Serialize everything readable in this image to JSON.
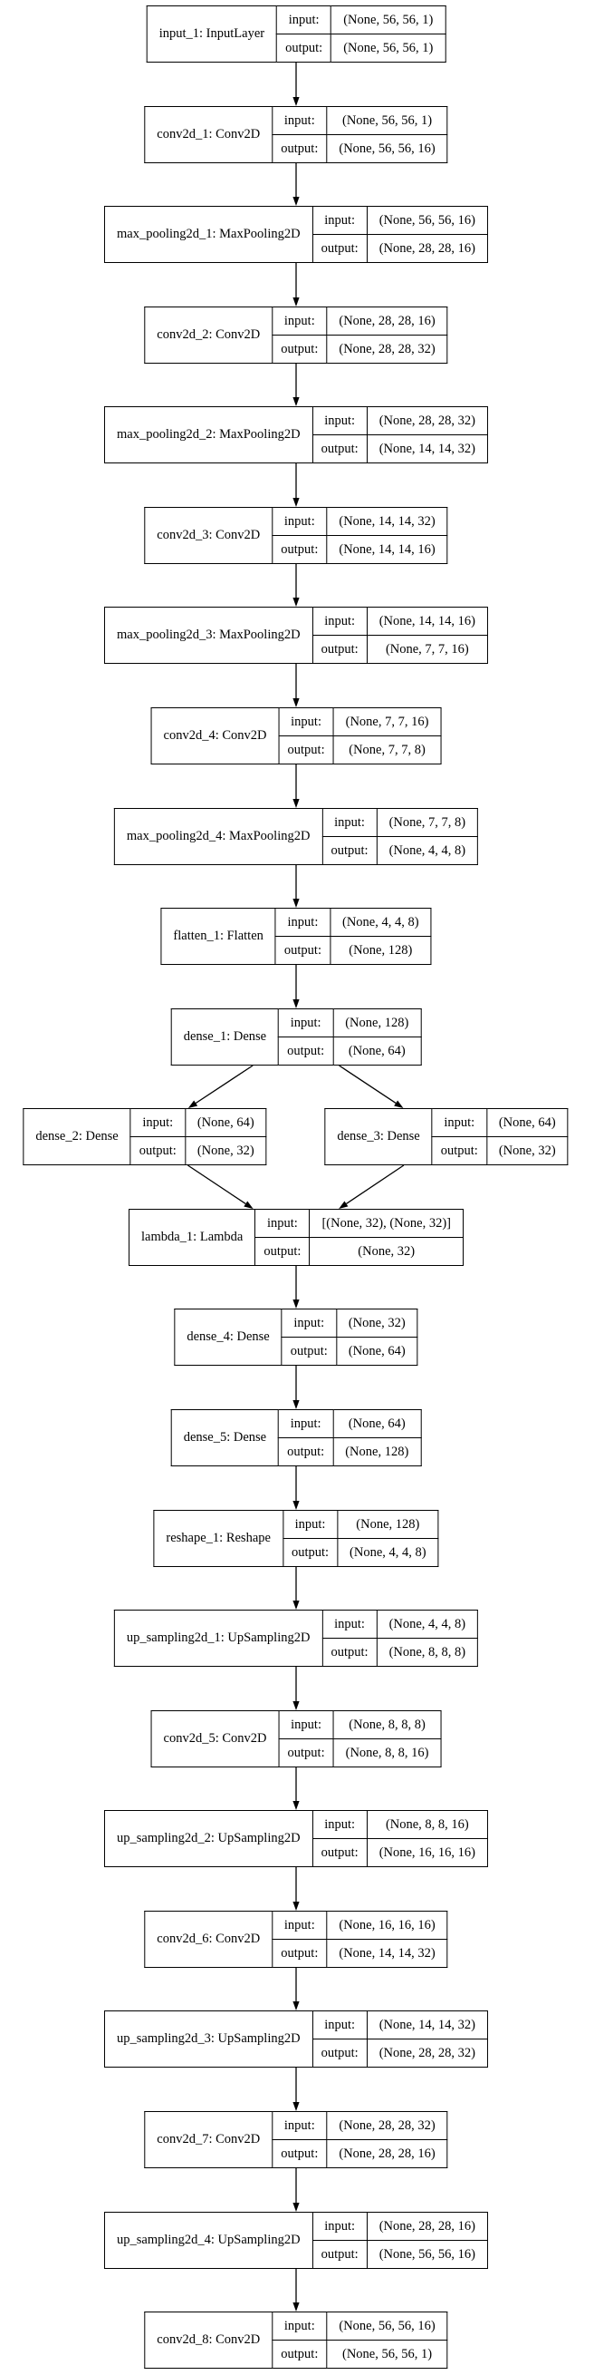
{
  "diagram": {
    "title": "keras-model-architecture-plot",
    "background": "#ffffff",
    "node_fill": "#ffffff",
    "line_color": "#000000",
    "text_color": "#000000",
    "io_labels": {
      "input": "input:",
      "output": "output:"
    },
    "nodes": [
      {
        "id": "input_1",
        "label": "input_1: InputLayer",
        "input": "(None, 56, 56, 1)",
        "output": "(None, 56, 56, 1)",
        "row": 0,
        "col": "center"
      },
      {
        "id": "conv2d_1",
        "label": "conv2d_1: Conv2D",
        "input": "(None, 56, 56, 1)",
        "output": "(None, 56, 56, 16)",
        "row": 1,
        "col": "center"
      },
      {
        "id": "max_pooling2d_1",
        "label": "max_pooling2d_1: MaxPooling2D",
        "input": "(None, 56, 56, 16)",
        "output": "(None, 28, 28, 16)",
        "row": 2,
        "col": "center"
      },
      {
        "id": "conv2d_2",
        "label": "conv2d_2: Conv2D",
        "input": "(None, 28, 28, 16)",
        "output": "(None, 28, 28, 32)",
        "row": 3,
        "col": "center"
      },
      {
        "id": "max_pooling2d_2",
        "label": "max_pooling2d_2: MaxPooling2D",
        "input": "(None, 28, 28, 32)",
        "output": "(None, 14, 14, 32)",
        "row": 4,
        "col": "center"
      },
      {
        "id": "conv2d_3",
        "label": "conv2d_3: Conv2D",
        "input": "(None, 14, 14, 32)",
        "output": "(None, 14, 14, 16)",
        "row": 5,
        "col": "center"
      },
      {
        "id": "max_pooling2d_3",
        "label": "max_pooling2d_3: MaxPooling2D",
        "input": "(None, 14, 14, 16)",
        "output": "(None, 7, 7, 16)",
        "row": 6,
        "col": "center"
      },
      {
        "id": "conv2d_4",
        "label": "conv2d_4: Conv2D",
        "input": "(None, 7, 7, 16)",
        "output": "(None, 7, 7, 8)",
        "row": 7,
        "col": "center"
      },
      {
        "id": "max_pooling2d_4",
        "label": "max_pooling2d_4: MaxPooling2D",
        "input": "(None, 7, 7, 8)",
        "output": "(None, 4, 4, 8)",
        "row": 8,
        "col": "center"
      },
      {
        "id": "flatten_1",
        "label": "flatten_1: Flatten",
        "input": "(None, 4, 4, 8)",
        "output": "(None, 128)",
        "row": 9,
        "col": "center"
      },
      {
        "id": "dense_1",
        "label": "dense_1: Dense",
        "input": "(None, 128)",
        "output": "(None, 64)",
        "row": 10,
        "col": "center"
      },
      {
        "id": "dense_2",
        "label": "dense_2: Dense",
        "input": "(None, 64)",
        "output": "(None, 32)",
        "row": 11,
        "col": "left"
      },
      {
        "id": "dense_3",
        "label": "dense_3: Dense",
        "input": "(None, 64)",
        "output": "(None, 32)",
        "row": 11,
        "col": "right"
      },
      {
        "id": "lambda_1",
        "label": "lambda_1: Lambda",
        "input": "[(None, 32), (None, 32)]",
        "output": "(None, 32)",
        "row": 12,
        "col": "center"
      },
      {
        "id": "dense_4",
        "label": "dense_4: Dense",
        "input": "(None, 32)",
        "output": "(None, 64)",
        "row": 13,
        "col": "center"
      },
      {
        "id": "dense_5",
        "label": "dense_5: Dense",
        "input": "(None, 64)",
        "output": "(None, 128)",
        "row": 14,
        "col": "center"
      },
      {
        "id": "reshape_1",
        "label": "reshape_1: Reshape",
        "input": "(None, 128)",
        "output": "(None, 4, 4, 8)",
        "row": 15,
        "col": "center"
      },
      {
        "id": "up_sampling2d_1",
        "label": "up_sampling2d_1: UpSampling2D",
        "input": "(None, 4, 4, 8)",
        "output": "(None, 8, 8, 8)",
        "row": 16,
        "col": "center"
      },
      {
        "id": "conv2d_5",
        "label": "conv2d_5: Conv2D",
        "input": "(None, 8, 8, 8)",
        "output": "(None, 8, 8, 16)",
        "row": 17,
        "col": "center"
      },
      {
        "id": "up_sampling2d_2",
        "label": "up_sampling2d_2: UpSampling2D",
        "input": "(None, 8, 8, 16)",
        "output": "(None, 16, 16, 16)",
        "row": 18,
        "col": "center"
      },
      {
        "id": "conv2d_6",
        "label": "conv2d_6: Conv2D",
        "input": "(None, 16, 16, 16)",
        "output": "(None, 14, 14, 32)",
        "row": 19,
        "col": "center"
      },
      {
        "id": "up_sampling2d_3",
        "label": "up_sampling2d_3: UpSampling2D",
        "input": "(None, 14, 14, 32)",
        "output": "(None, 28, 28, 32)",
        "row": 20,
        "col": "center"
      },
      {
        "id": "conv2d_7",
        "label": "conv2d_7: Conv2D",
        "input": "(None, 28, 28, 32)",
        "output": "(None, 28, 28, 16)",
        "row": 21,
        "col": "center"
      },
      {
        "id": "up_sampling2d_4",
        "label": "up_sampling2d_4: UpSampling2D",
        "input": "(None, 28, 28, 16)",
        "output": "(None, 56, 56, 16)",
        "row": 22,
        "col": "center"
      },
      {
        "id": "conv2d_8",
        "label": "conv2d_8: Conv2D",
        "input": "(None, 56, 56, 16)",
        "output": "(None, 56, 56, 1)",
        "row": 23,
        "col": "center"
      }
    ],
    "edges": [
      [
        "input_1",
        "conv2d_1"
      ],
      [
        "conv2d_1",
        "max_pooling2d_1"
      ],
      [
        "max_pooling2d_1",
        "conv2d_2"
      ],
      [
        "conv2d_2",
        "max_pooling2d_2"
      ],
      [
        "max_pooling2d_2",
        "conv2d_3"
      ],
      [
        "conv2d_3",
        "max_pooling2d_3"
      ],
      [
        "max_pooling2d_3",
        "conv2d_4"
      ],
      [
        "conv2d_4",
        "max_pooling2d_4"
      ],
      [
        "max_pooling2d_4",
        "flatten_1"
      ],
      [
        "flatten_1",
        "dense_1"
      ],
      [
        "dense_1",
        "dense_2"
      ],
      [
        "dense_1",
        "dense_3"
      ],
      [
        "dense_2",
        "lambda_1"
      ],
      [
        "dense_3",
        "lambda_1"
      ],
      [
        "lambda_1",
        "dense_4"
      ],
      [
        "dense_4",
        "dense_5"
      ],
      [
        "dense_5",
        "reshape_1"
      ],
      [
        "reshape_1",
        "up_sampling2d_1"
      ],
      [
        "up_sampling2d_1",
        "conv2d_5"
      ],
      [
        "conv2d_5",
        "up_sampling2d_2"
      ],
      [
        "up_sampling2d_2",
        "conv2d_6"
      ],
      [
        "conv2d_6",
        "up_sampling2d_3"
      ],
      [
        "up_sampling2d_3",
        "conv2d_7"
      ],
      [
        "conv2d_7",
        "up_sampling2d_4"
      ],
      [
        "up_sampling2d_4",
        "conv2d_8"
      ]
    ]
  }
}
